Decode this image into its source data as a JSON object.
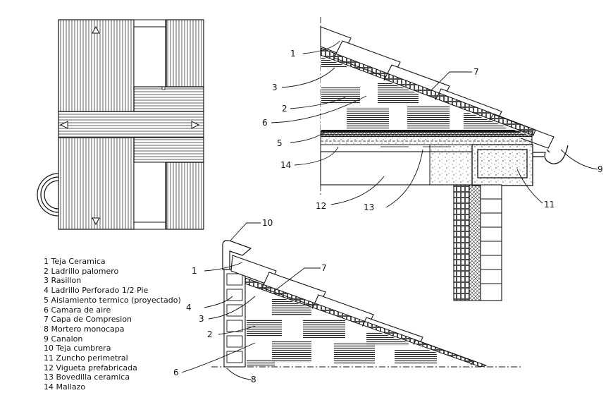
{
  "legend": {
    "items": [
      "1 Teja Ceramica",
      "2 Ladrillo palomero",
      "3 Rasillon",
      "4 Ladrillo Perforado 1/2 Pie",
      "5 Aislamiento termico (proyectado)",
      "6 Camara de aire",
      "7 Capa de Compresion",
      "8 Mortero monocapa",
      "9 Canalon",
      "10 Teja cumbrera",
      "11 Zuncho perimetral",
      "12 Vigueta prefabricada",
      "13 Bovedilla ceramica",
      "14 Mallazo"
    ]
  },
  "callouts": {
    "eave": [
      "1",
      "3",
      "2",
      "6",
      "5",
      "14",
      "12",
      "13",
      "7",
      "9",
      "11"
    ],
    "ridge": [
      "10",
      "1",
      "4",
      "3",
      "2",
      "6",
      "7",
      "8"
    ]
  },
  "colors": {
    "ink": "#111111",
    "hatch": "#333333",
    "fill_light": "#ffffff"
  }
}
